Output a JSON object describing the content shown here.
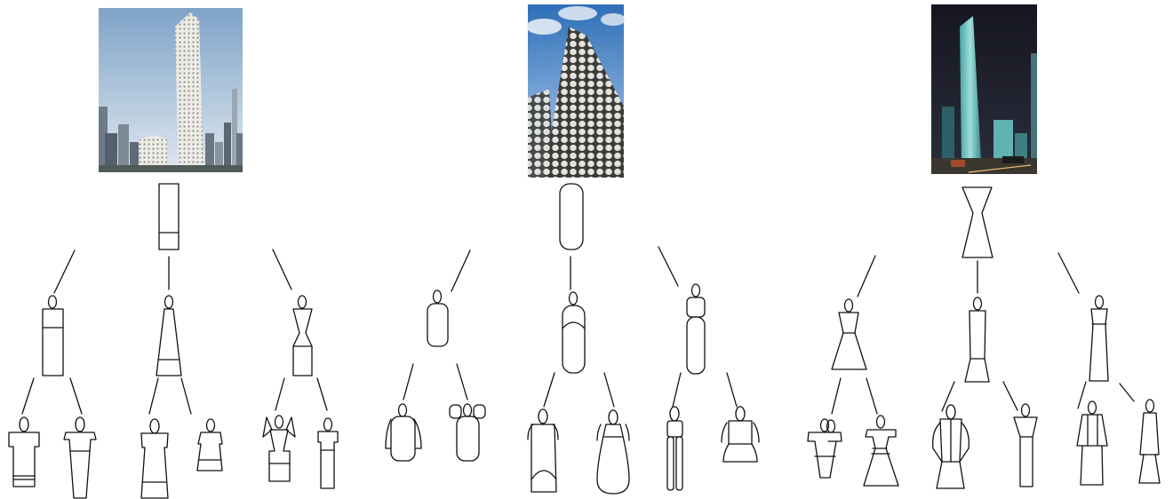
{
  "photos": [
    {
      "subject": "white-perforated-tower-photo",
      "sky": "#9dbbd6",
      "sky2": "#dfe8ef",
      "building": "#e8e6e1"
    },
    {
      "subject": "honeycomb-facade-tower-photo",
      "sky": "#3f7ec4",
      "sky2": "#a9c9ea",
      "building": "#d7d5d0"
    },
    {
      "subject": "glass-tower-at-night-photo",
      "sky": "#1d1e2a",
      "sky2": "#2e3040",
      "building": "#78c8c6"
    }
  ],
  "colors": {
    "stroke": "#111111",
    "background": "#ffffff"
  }
}
